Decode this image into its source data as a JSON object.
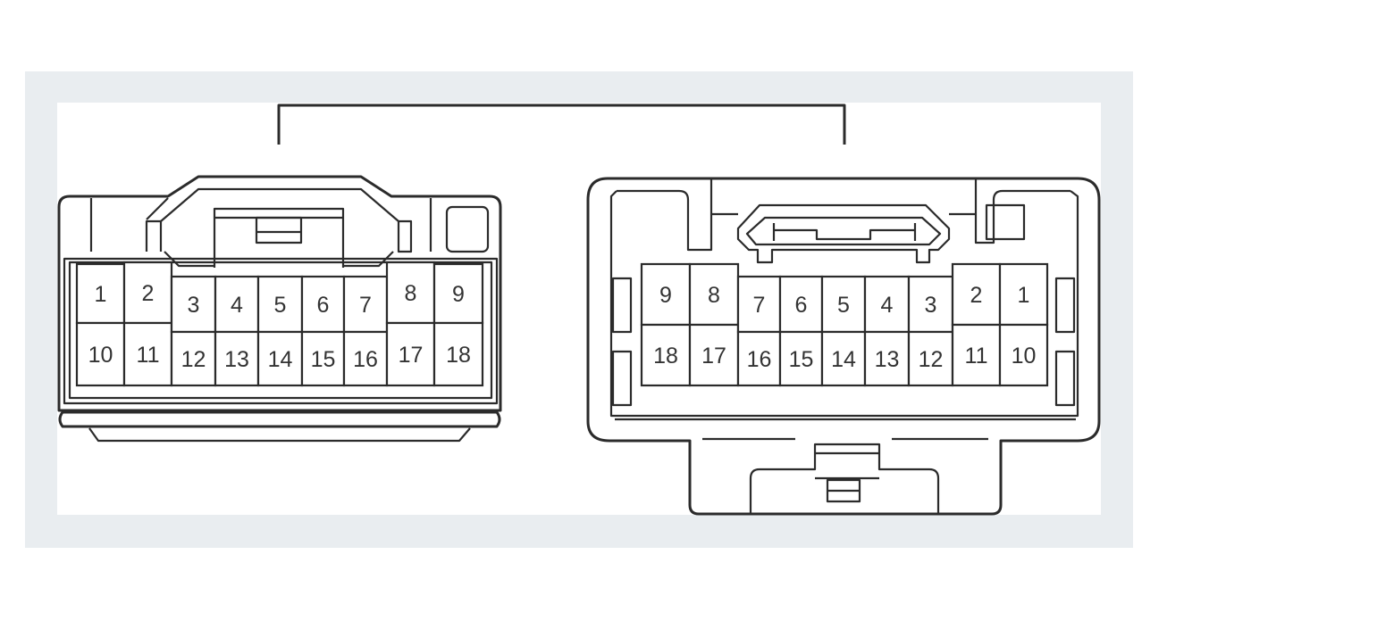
{
  "diagram": {
    "colors": {
      "frame": "#e9edf0",
      "line": "#2b2b2b",
      "text": "#333333"
    },
    "connectors": [
      {
        "id": "left",
        "top_row": [
          "1",
          "2",
          "3",
          "4",
          "5",
          "6",
          "7",
          "8",
          "9"
        ],
        "bottom_row": [
          "10",
          "11",
          "12",
          "13",
          "14",
          "15",
          "16",
          "17",
          "18"
        ]
      },
      {
        "id": "right",
        "top_row": [
          "9",
          "8",
          "7",
          "6",
          "5",
          "4",
          "3",
          "2",
          "1"
        ],
        "bottom_row": [
          "18",
          "17",
          "16",
          "15",
          "14",
          "13",
          "12",
          "11",
          "10"
        ]
      }
    ]
  }
}
